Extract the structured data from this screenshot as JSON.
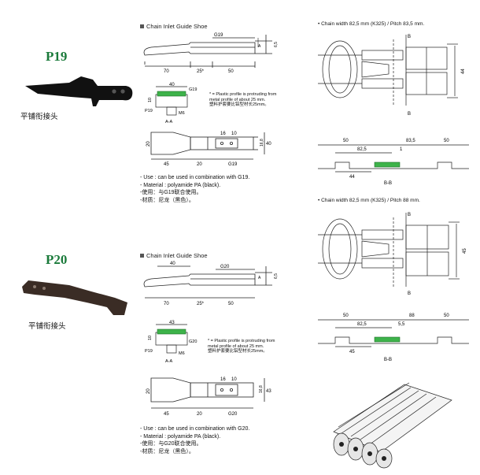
{
  "p19": {
    "model": "P19",
    "cn_name": "平铺衔接头",
    "section_title": "Chain Inlet Guide Shoe",
    "footnote_en": "* = Plastic profile is protruding from metal profile of about 25 mm.",
    "footnote_cn": "塑料护套要比铝型材长25mm。",
    "use": "- Use : can be used in combination with G19.",
    "material": "- Material : polyamide PA (black).",
    "use_cn": "-使用：与G19联合使用。",
    "material_cn": "-材质：尼龙（黑色）。",
    "dims": {
      "g": "G19",
      "a": "A",
      "d70": "70",
      "d25": "25*",
      "d50": "50",
      "d6_5": "6,5",
      "d40": "40",
      "d10": "10",
      "p": "P19",
      "m": "M6",
      "aa": "A-A",
      "d20": "20",
      "d45": "45",
      "d20b": "20",
      "d16": "16",
      "d10b": "10",
      "d40v": "40",
      "d16_8": "16,8"
    }
  },
  "p20": {
    "model": "P20",
    "cn_name": "平铺衔接头",
    "section_title": "Chain Inlet Guide Shoe",
    "footnote_en": "* = Plastic profile is protruding from metal profile of about 25 mm.",
    "footnote_cn": "塑料护套要比铝型材长25mm。",
    "use": "- Use : can be used in combination with G20.",
    "material": "- Material : polyamide PA (black).",
    "use_cn": "-使用：与G20联合使用。",
    "material_cn": "-材质：尼龙（黑色）。",
    "dims": {
      "g": "G20",
      "a": "A",
      "d70": "70",
      "d25": "25*",
      "d50": "50",
      "d6_5": "6,5",
      "d40": "40",
      "d43": "43",
      "d10": "10",
      "p": "P19",
      "m": "M6",
      "aa": "A-A",
      "d20": "20",
      "d45": "45",
      "d20b": "20",
      "d16": "16",
      "d10b": "10",
      "d43v": "43",
      "d16_8": "16,8"
    }
  },
  "chain1": {
    "title": "• Chain width 82,5 mm (K325) / Pitch 83,5 mm.",
    "b": "B",
    "d44": "44",
    "d50a": "50",
    "d83_5": "83,5",
    "d50b": "50",
    "d82_5": "82,5",
    "d1": "1",
    "d44b": "44",
    "bb": "B-B"
  },
  "chain2": {
    "title": "• Chain width 82,5 mm (K325) / Pitch 88 mm.",
    "b": "B",
    "d45": "45",
    "d50a": "50",
    "d88": "88",
    "d50b": "50",
    "d82_5": "82,5",
    "d5_5": "5,5",
    "d45b": "45",
    "bb": "B-B"
  },
  "colors": {
    "green": "#1a7a3a",
    "profile_green": "#3db34a",
    "line": "#222222"
  }
}
